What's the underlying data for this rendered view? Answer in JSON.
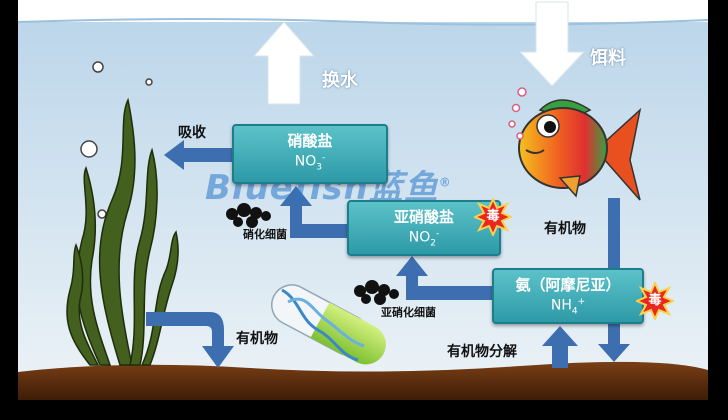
{
  "labels": {
    "water_change": "换水",
    "feed": "饵料",
    "absorb": "吸收",
    "nitrifying_bacteria": "硝化细菌",
    "nitrosifying_bacteria": "亚硝化细菌",
    "organic_matter_fish": "有机物",
    "organic_matter_plant": "有机物",
    "organic_decomposition": "有机物分解"
  },
  "nodes": {
    "nitrate": {
      "title": "硝酸盐",
      "formula_base": "NO",
      "formula_sub": "3",
      "formula_sup": "-"
    },
    "nitrite": {
      "title": "亚硝酸盐",
      "formula_base": "NO",
      "formula_sub": "2",
      "formula_sup": "-",
      "badge": "毒"
    },
    "ammonia": {
      "title": "氨（阿摩尼亚）",
      "formula_base": "NH",
      "formula_sub": "4",
      "formula_sup": "+",
      "badge": "毒"
    }
  },
  "watermark": {
    "latin": "Bluefish",
    "cjk": "蓝鱼",
    "mark": "®"
  },
  "colors": {
    "water_top": "#c5dbec",
    "water_bottom": "#eaf2f7",
    "arrow_blue": "#3d6fb0",
    "node_teal": "#3aa8b3",
    "soil": "#6b3612",
    "plant": "#3f5c1c"
  }
}
